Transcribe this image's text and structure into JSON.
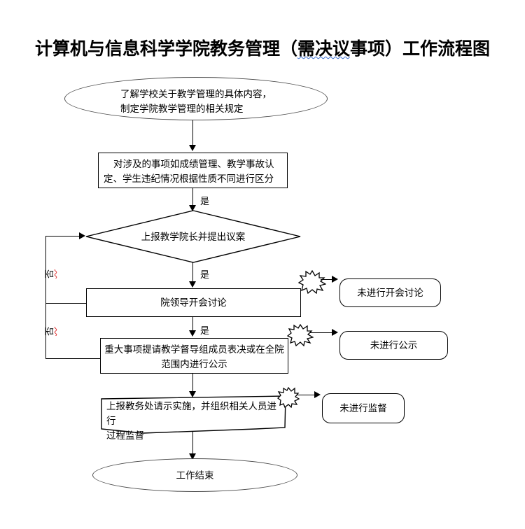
{
  "title": {
    "before": "计算机与信息科学学院教务管理（",
    "spell_flagged": "需决议",
    "after": "事项）工作流程图",
    "full": "计算机与信息科学学院教务管理（需决议事项）工作流程图"
  },
  "flowchart": {
    "type": "process-flowchart",
    "nodes": [
      {
        "id": "start",
        "shape": "ellipse",
        "text": "了解学校关于教学管理的具体内容，\n制定学院教学管理的相关规定"
      },
      {
        "id": "classify",
        "shape": "rectangle",
        "text": "对涉及的事项如成绩管理、教学事故认定、学生违纪情况根据性质不同进行区分"
      },
      {
        "id": "decision",
        "shape": "diamond",
        "text": "上报教学院长并提出议案"
      },
      {
        "id": "meeting",
        "shape": "rectangle",
        "text": "院领导开会讨论"
      },
      {
        "id": "vote",
        "shape": "rectangle",
        "text": "重大事项提请教学督导组成员表决或在全院范围内进行公示"
      },
      {
        "id": "implement",
        "shape": "rectangle-skewed",
        "text": "上报教务处请示实施，并组织相关人员进行\n过程监督"
      },
      {
        "id": "end",
        "shape": "ellipse",
        "text": "工作结束"
      }
    ],
    "exceptions": [
      {
        "id": "ex-meeting",
        "shape": "rounded-rectangle",
        "text": "未进行开会讨论",
        "marker": "explosion-icon"
      },
      {
        "id": "ex-notice",
        "shape": "rounded-rectangle",
        "text": "未进行公示",
        "marker": "explosion-icon"
      },
      {
        "id": "ex-monitor",
        "shape": "rounded-rectangle",
        "text": "未进行监督",
        "marker": "explosion-icon"
      }
    ],
    "edge_labels": {
      "yes_1": "是",
      "yes_2": "是",
      "yes_3": "是",
      "no_1": "否",
      "no_2": "否"
    }
  },
  "colors": {
    "stroke": "#000000",
    "ellipse_stroke": "#4a4a4a",
    "text": "#000000",
    "spell_blue": "#3b6fd4",
    "spell_red": "#e03030",
    "background": "#ffffff"
  }
}
